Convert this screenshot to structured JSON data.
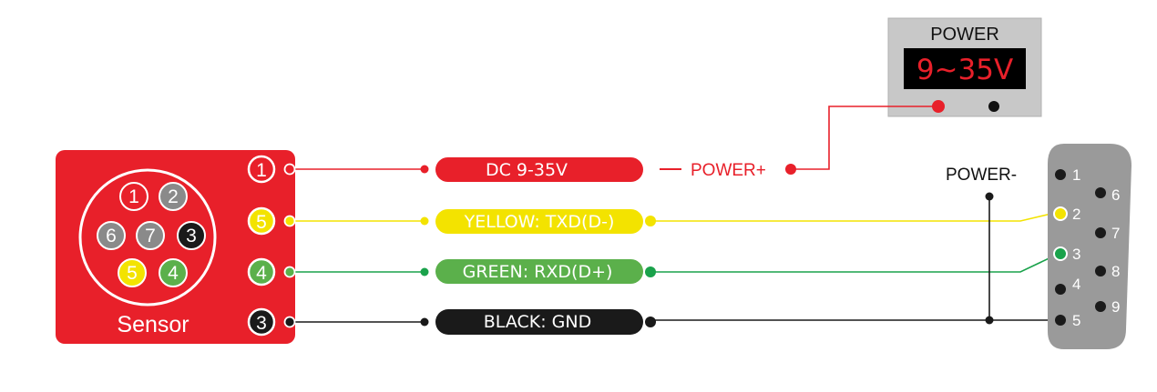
{
  "colors": {
    "red": "#e8202a",
    "yellow": "#f3e300",
    "green": "#5bb04b",
    "green_wire": "#1aa24b",
    "black": "#1a1a1a",
    "gray": "#8a8a8a",
    "panel_gray": "#c8c8c8",
    "db9_gray": "#9a9a9a",
    "white": "#ffffff"
  },
  "sensor": {
    "label": "Sensor",
    "pins_layout": [
      "1",
      "2",
      "6",
      "7",
      "3",
      "5",
      "4"
    ],
    "terminals": [
      "1",
      "5",
      "4",
      "3"
    ]
  },
  "cables": [
    {
      "label": "DC 9-35V"
    },
    {
      "label": "YELLOW:  TXD(D-)"
    },
    {
      "label": "GREEN:  RXD(D+)"
    },
    {
      "label": "BLACK:  GND"
    }
  ],
  "power": {
    "title": "POWER",
    "display": "9~35V",
    "plus_label": "POWER+",
    "minus_label": "POWER-"
  },
  "db9": {
    "pins": [
      "1",
      "2",
      "3",
      "4",
      "5",
      "6",
      "7",
      "8",
      "9"
    ]
  }
}
